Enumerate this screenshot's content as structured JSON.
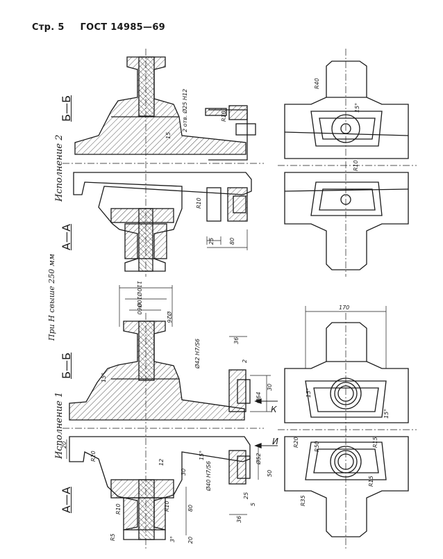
{
  "header": {
    "page": "Стр. 5",
    "standard": "ГОСТ 14985—69"
  },
  "labels": {
    "variant2": "Исполнение 2",
    "variant1": "Исполнение 1",
    "height_note": "При Н свыше 250 мм",
    "section_aa_top": "А—А",
    "section_bb_top": "Б—Б",
    "section_aa_bottom": "А—А",
    "section_bb_bottom": "Б—Б",
    "arrow_k": "К",
    "arrow_i": "И"
  },
  "dims_top": {
    "r40": "R40",
    "deg15": "15°",
    "r10_a": "R10",
    "r10_b": "R10",
    "r10_c": "R10",
    "holes": "2 отв. Ø25 H12",
    "d15": "15",
    "d25": "25",
    "d80": "80"
  },
  "dims_bottom": {
    "d170": "170",
    "d110": "110",
    "d100": "Ø100",
    "d60": "Ø60",
    "d26": "Ø26",
    "d36a": "36",
    "d36b": "36",
    "deg15a": "15°",
    "deg15b": "15°",
    "deg15c": "15°",
    "d42": "Ø42 H7/S6",
    "d64": "Ø64",
    "d30": "30",
    "d2": "2",
    "r50": "R50",
    "r20a": "R20",
    "r20b": "R20",
    "r15a": "R15",
    "r15b": "R15",
    "r35": "R35",
    "d20a": "20",
    "d20b": "20",
    "d12": "12",
    "d52": "Ø52",
    "d40": "Ø40 H7/S6",
    "d5": "5",
    "d25": "25",
    "d30b": "30",
    "d50": "50",
    "r10a": "R10",
    "r10b": "R10",
    "d80": "80",
    "r5": "R5",
    "deg3": "3°",
    "d20c": "20"
  }
}
